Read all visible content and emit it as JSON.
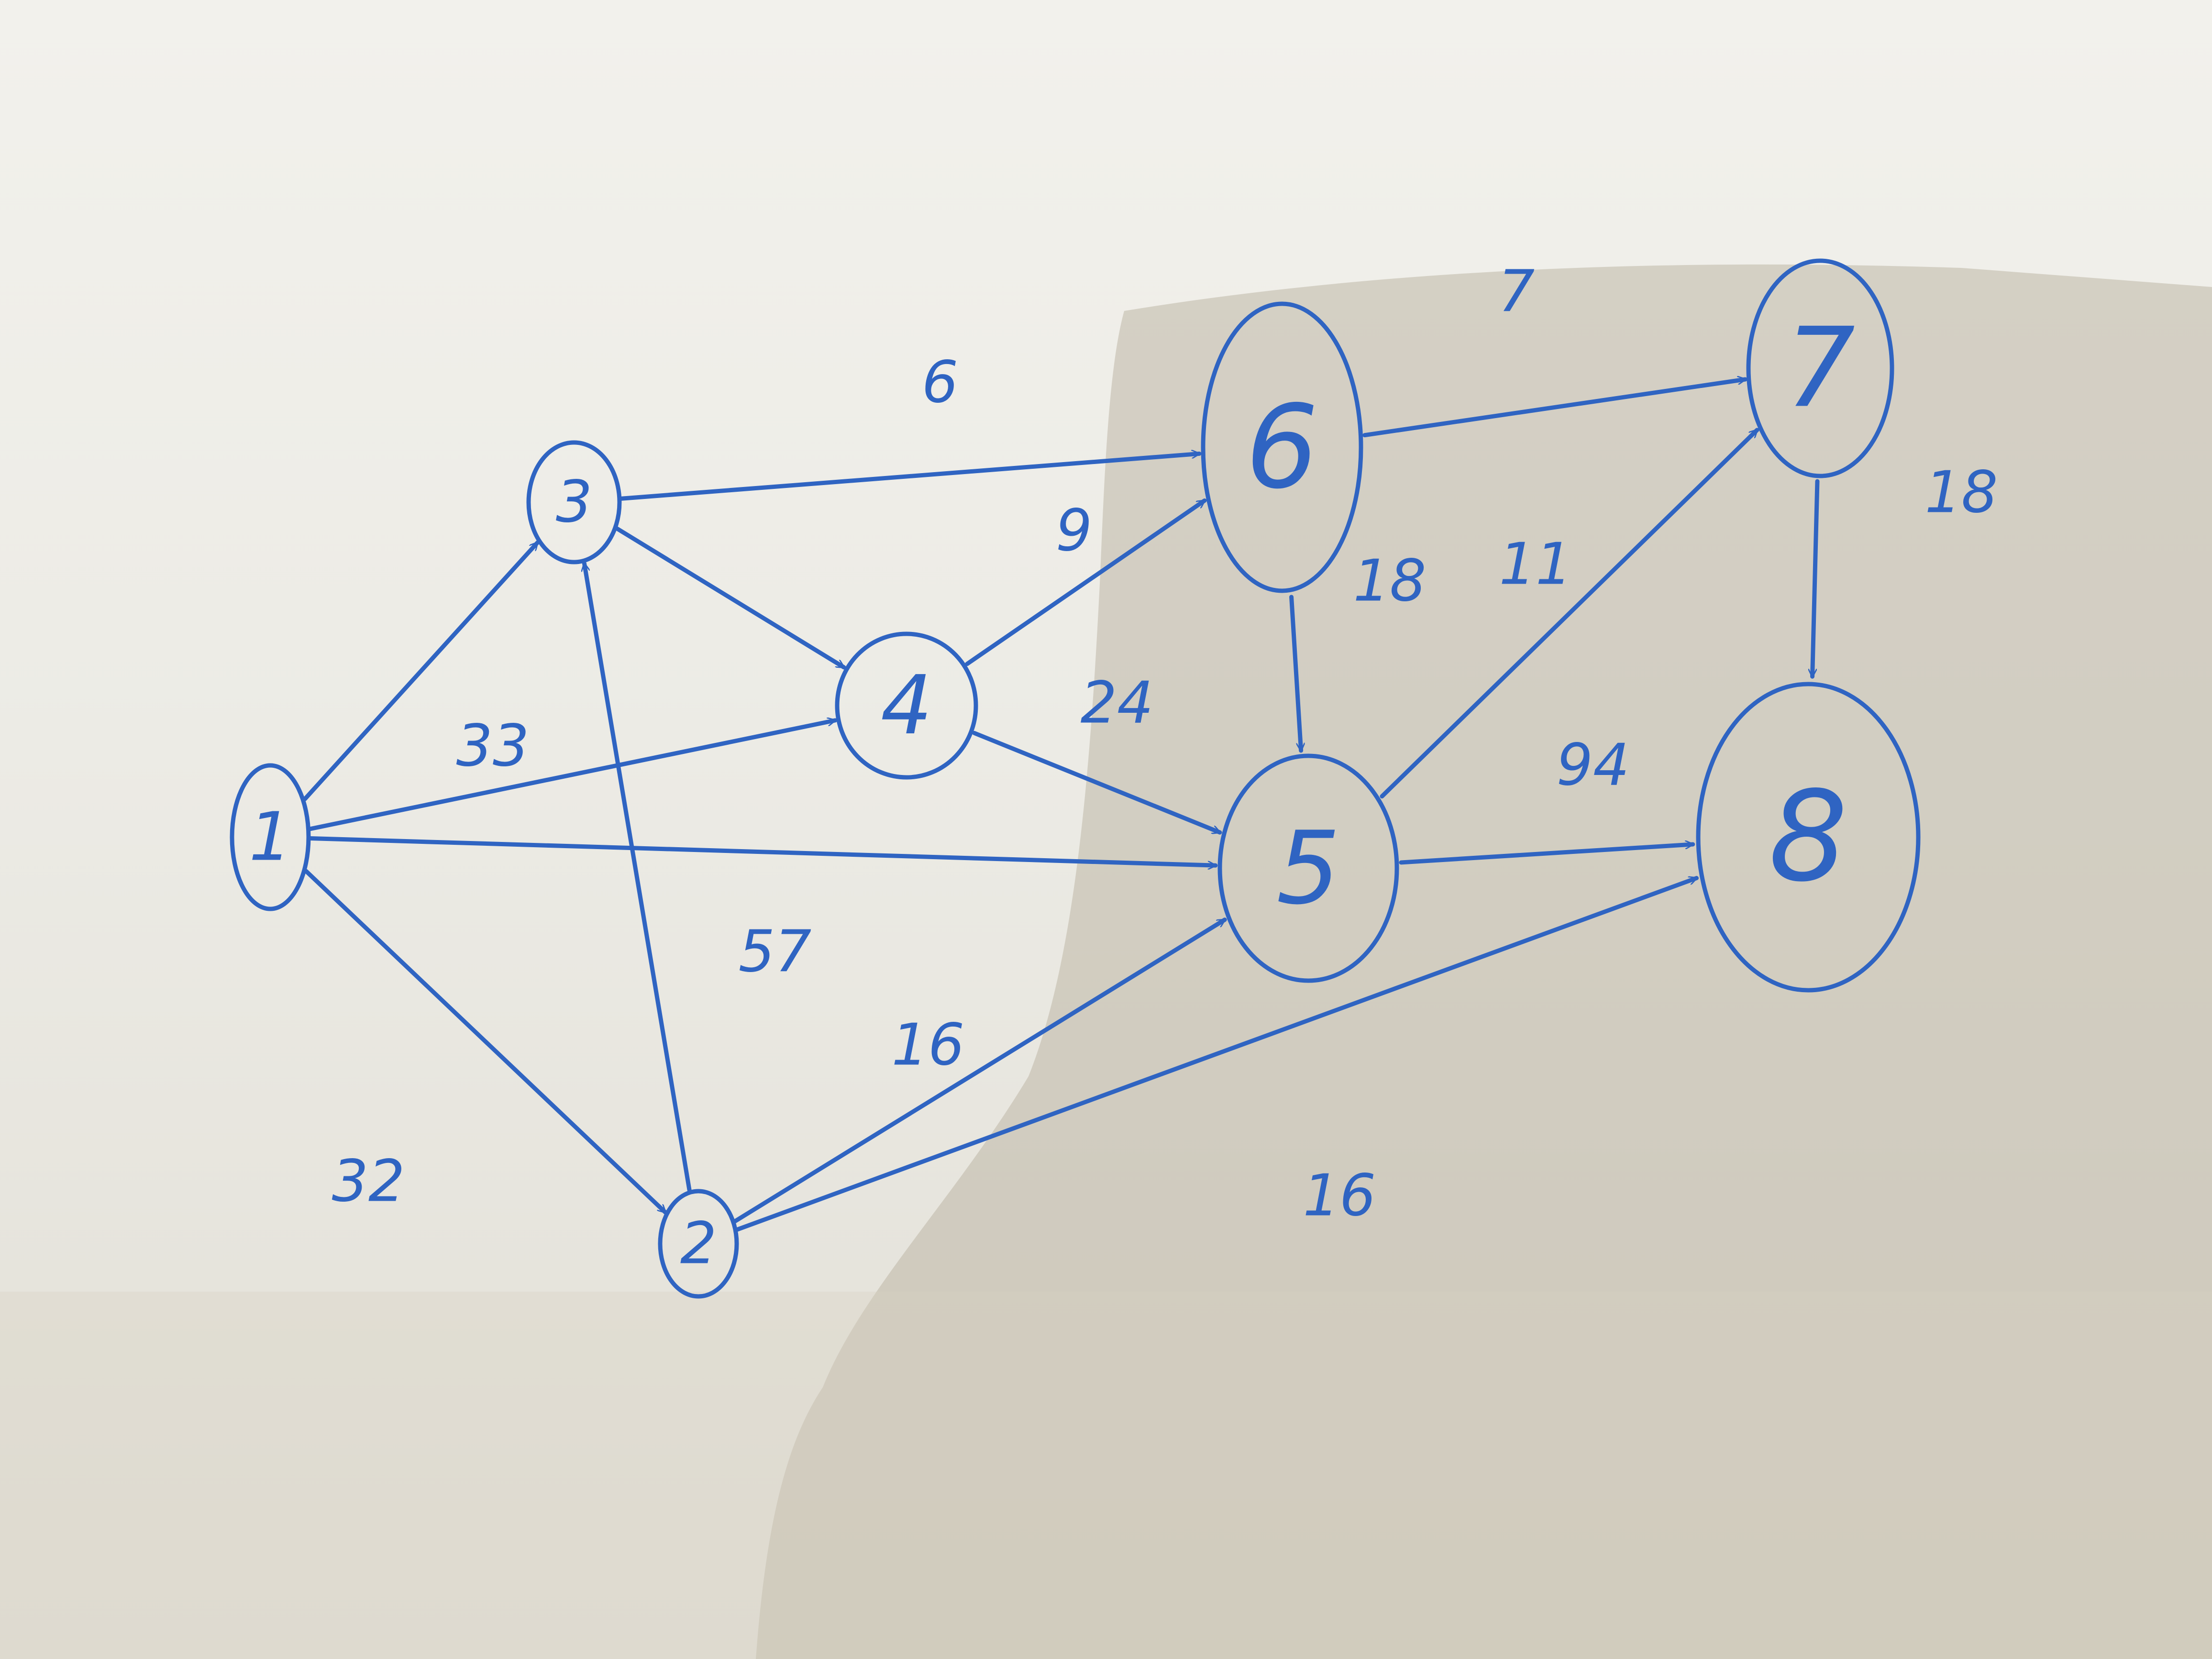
{
  "ink_color": "#2f64c2",
  "paper_color": "#f2f1ec",
  "nodes": [
    {
      "id": "1",
      "label": "1"
    },
    {
      "id": "2",
      "label": "2"
    },
    {
      "id": "3",
      "label": "3"
    },
    {
      "id": "4",
      "label": "4"
    },
    {
      "id": "5",
      "label": "5"
    },
    {
      "id": "6",
      "label": "6"
    },
    {
      "id": "7",
      "label": "7"
    },
    {
      "id": "8",
      "label": "8"
    }
  ],
  "edges": [
    {
      "from": "1",
      "to": "3",
      "weight": ""
    },
    {
      "from": "1",
      "to": "4",
      "weight": "33"
    },
    {
      "from": "1",
      "to": "5",
      "weight": "57"
    },
    {
      "from": "1",
      "to": "2",
      "weight": "32"
    },
    {
      "from": "2",
      "to": "3",
      "weight": ""
    },
    {
      "from": "2",
      "to": "5",
      "weight": "16"
    },
    {
      "from": "2",
      "to": "8",
      "weight": "16"
    },
    {
      "from": "3",
      "to": "6",
      "weight": "6"
    },
    {
      "from": "3",
      "to": "4",
      "weight": ""
    },
    {
      "from": "4",
      "to": "6",
      "weight": "9"
    },
    {
      "from": "4",
      "to": "5",
      "weight": "24"
    },
    {
      "from": "6",
      "to": "7",
      "weight": "7"
    },
    {
      "from": "6",
      "to": "5",
      "weight": "18"
    },
    {
      "from": "5",
      "to": "7",
      "weight": "11"
    },
    {
      "from": "5",
      "to": "8",
      "weight": "94"
    },
    {
      "from": "7",
      "to": "8",
      "weight": "18"
    }
  ]
}
